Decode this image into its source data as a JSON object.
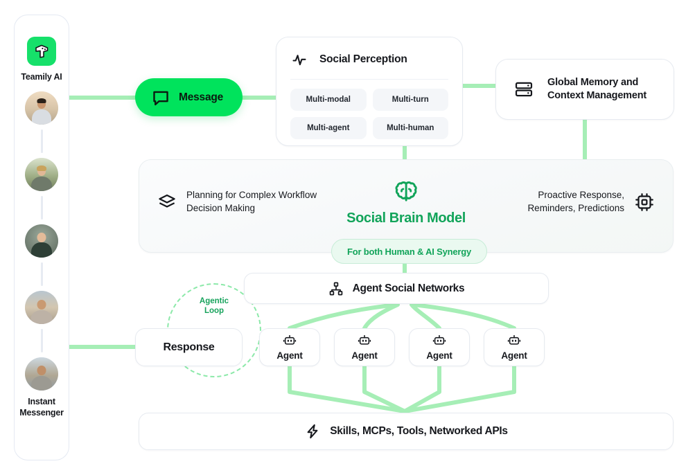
{
  "brand": {
    "name": "Teamily AI",
    "logo_icon": "teamily-logo-icon",
    "accent_green": "#16e06a",
    "deep_green": "#12a45a",
    "wire_green": "#a6eeb6"
  },
  "sidebar": {
    "bottom_label": "Instant\nMessenger",
    "bottom_label_line1": "Instant",
    "bottom_label_line2": "Messenger",
    "avatars": [
      {
        "name": "avatar-1",
        "skin": "#c9956d",
        "hair": "#2b2119",
        "shirt": "#d8dce1",
        "bg_top": "#e8d6c0",
        "bg_bottom": "#c9b79f"
      },
      {
        "name": "avatar-2",
        "skin": "#e0b896",
        "hair": "#c9a35c",
        "shirt": "#6f7a6a",
        "bg_top": "#cfd9c2",
        "bg_bottom": "#8a9a76"
      },
      {
        "name": "avatar-3",
        "skin": "#e4bb99",
        "hair": "#7a4a2a",
        "shirt": "#2e3f36",
        "bg_top": "#8c9a8e",
        "bg_bottom": "#5e6b60"
      },
      {
        "name": "avatar-4",
        "skin": "#c99a72",
        "hair": "#1f1a16",
        "shirt": "#b9ada0",
        "bg_top": "#d7cbb6",
        "bg_bottom": "#9aa6ad"
      },
      {
        "name": "avatar-5",
        "skin": "#c08f68",
        "hair": "#23201c",
        "shirt": "#9c9a92",
        "bg_top": "#cdd6dc",
        "bg_bottom": "#8b9aa4"
      }
    ]
  },
  "message": {
    "label": "Message",
    "icon": "chat-bubble-icon",
    "color": "#00e35c"
  },
  "perception": {
    "title": "Social Perception",
    "icon": "pulse-activity-icon",
    "chips": [
      "Multi-modal",
      "Multi-turn",
      "Multi-agent",
      "Multi-human"
    ]
  },
  "global_memory": {
    "line1": "Global Memory and",
    "line2": "Context Management",
    "icon": "server-stack-icon"
  },
  "brain_panel": {
    "left": {
      "icon": "layers-icon",
      "line1": "Planning for Complex Workflow",
      "line2": "Decision Making"
    },
    "center": {
      "icon": "brain-icon",
      "title": "Social Brain Model"
    },
    "right": {
      "icon": "cpu-chip-icon",
      "line1": "Proactive Response,",
      "line2": "Reminders, Predictions"
    },
    "synergy_badge": "For both Human & AI Synergy"
  },
  "agentic_loop": {
    "line1": "Agentic",
    "line2": "Loop"
  },
  "agent_social_networks": {
    "title": "Agent Social Networks",
    "icon": "sitemap-network-icon"
  },
  "response": {
    "label": "Response"
  },
  "agents": [
    {
      "label": "Agent",
      "icon": "robot-icon"
    },
    {
      "label": "Agent",
      "icon": "robot-icon"
    },
    {
      "label": "Agent",
      "icon": "robot-icon"
    },
    {
      "label": "Agent",
      "icon": "robot-icon"
    }
  ],
  "skills": {
    "title": "Skills, MCPs, Tools, Networked APIs",
    "icon": "lightning-bolt-icon"
  }
}
